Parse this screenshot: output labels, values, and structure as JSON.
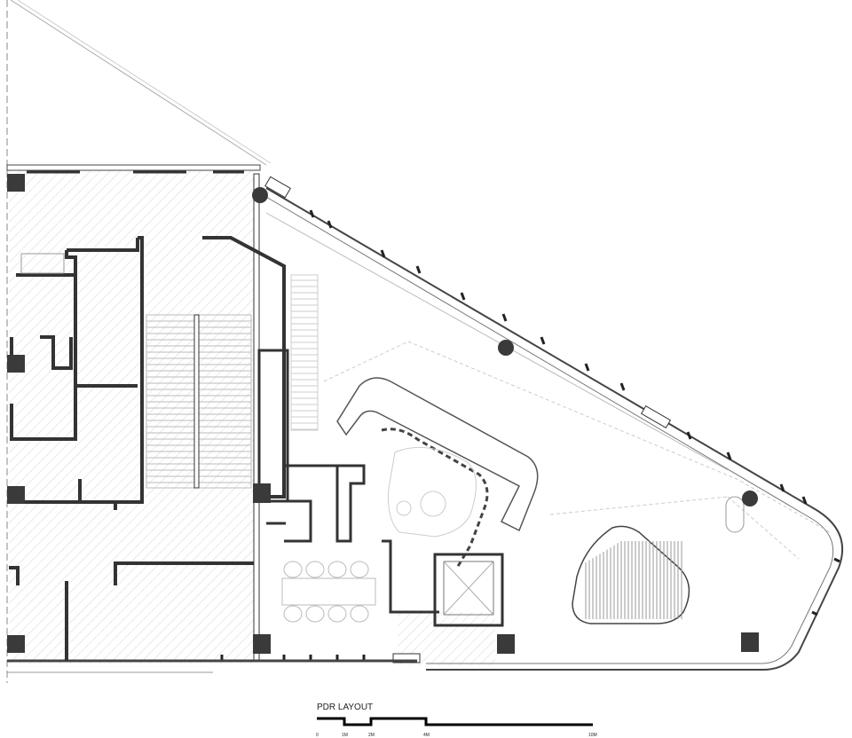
{
  "title": "PDR LAYOUT",
  "scale_bar": {
    "ticks": [
      "0",
      "1M",
      "2M",
      "4M",
      "10M"
    ]
  },
  "colors": {
    "wall": "#333333",
    "column": "#3a3a3a",
    "hatch": "#cfcfcf",
    "thin_line": "#bbbbbb"
  }
}
